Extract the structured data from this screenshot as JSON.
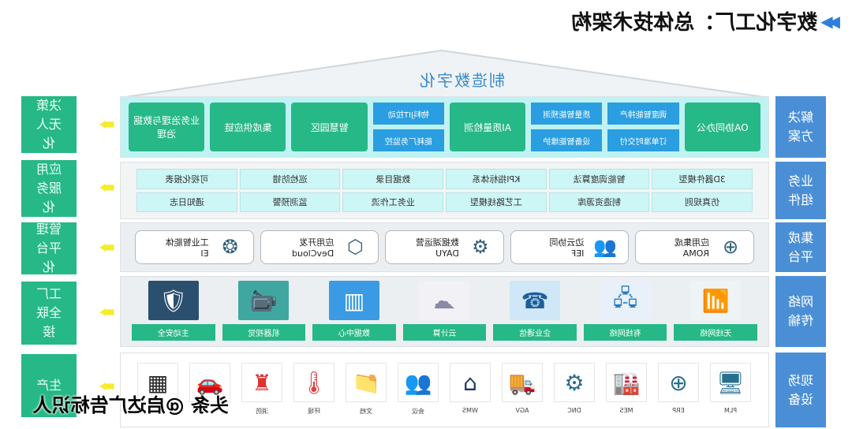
{
  "title": "数字化工厂：总体技术架构",
  "roof": "制造数字化",
  "layers_left": [
    "解决方案",
    "业务组件",
    "集成平台",
    "网络传输",
    "现场设备"
  ],
  "layers_right": [
    "决策无人化",
    "应用服务化",
    "管理平台化",
    "工厂全联接",
    "生产"
  ],
  "solutions": {
    "oa": "OA协同办公",
    "p1a": "调度智能排产",
    "p1b": "订单准时交付",
    "p2a": "质量智能预测",
    "p2b": "设备智能维护",
    "ai": "AI质量检测",
    "p3a": "物料JIT拉动",
    "p3b": "能耗厂务监控",
    "park": "智慧园区",
    "scm": "集成供应链",
    "gov": "业务治理与数据治理"
  },
  "components": [
    "3D器件模型",
    "智能调度算法",
    "KPI指标体系",
    "数据目录",
    "巡检防错",
    "可视化报表",
    "仿真规则",
    "制造资源库",
    "工艺路线模型",
    "业务工作流",
    "监测预警",
    "通知日志"
  ],
  "platform": [
    {
      "name": "应用集成",
      "sub": "ROMA"
    },
    {
      "name": "边云协同",
      "sub": "IEF"
    },
    {
      "name": "数据湖运营",
      "sub": "DAYU"
    },
    {
      "name": "应用开发",
      "sub": "DevCloud"
    },
    {
      "name": "工业智能体",
      "sub": "EI"
    }
  ],
  "network": [
    "无线网络",
    "有线网络",
    "企业通信",
    "云计算",
    "数据中心",
    "机器视觉",
    "主动安全"
  ],
  "devices": [
    "PLM",
    "ERP",
    "MES",
    "DNC",
    "AGV",
    "WMS",
    "会议",
    "文档",
    "环境",
    "消防"
  ],
  "watermark": "头条 @启达广告标识人"
}
